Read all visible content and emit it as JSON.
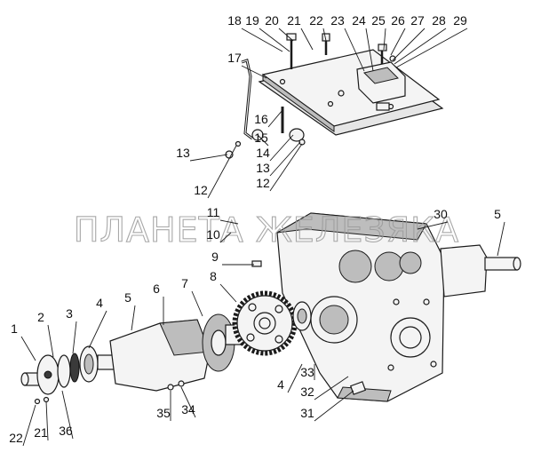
{
  "watermark": "ПЛАНЕТА ЖЕЛЕЗЯКА",
  "callouts": [
    "18",
    "19",
    "20",
    "21",
    "22",
    "23",
    "24",
    "25",
    "26",
    "27",
    "28",
    "29",
    "17",
    "16",
    "15",
    "14",
    "13",
    "12",
    "13",
    "12",
    "11",
    "10",
    "30",
    "5",
    "9",
    "8",
    "1",
    "2",
    "3",
    "4",
    "5",
    "6",
    "7",
    "33",
    "4",
    "32",
    "31",
    "35",
    "34",
    "22",
    "21",
    "36"
  ],
  "colors": {
    "ink": "#1a1a1a",
    "watermark": "#9a9a9a"
  }
}
